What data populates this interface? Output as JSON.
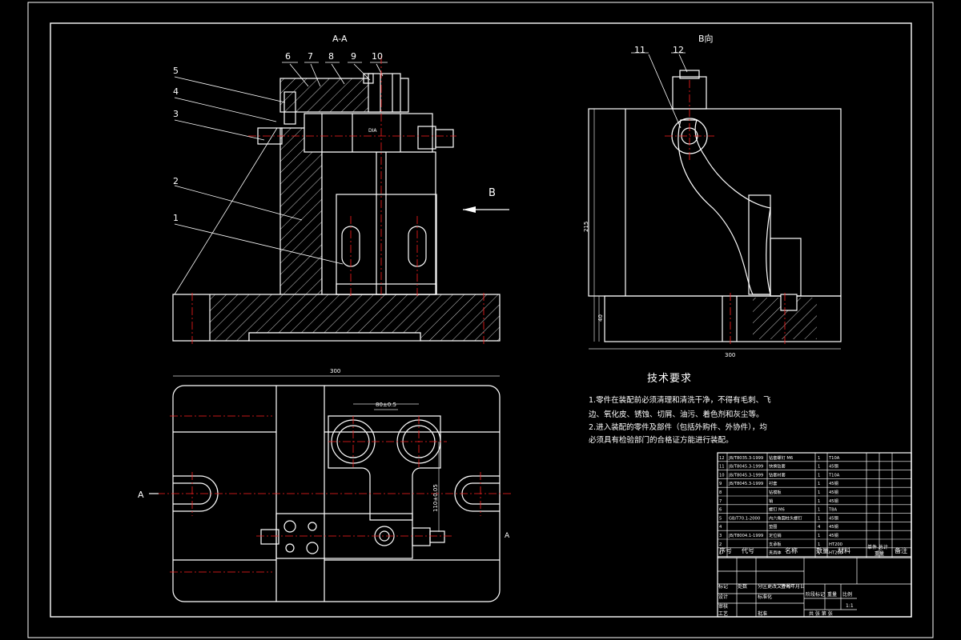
{
  "colors": {
    "background": "#000000",
    "line": "#ffffff",
    "center_line": "#ff2020",
    "dimension": "#d8d8d8"
  },
  "views": {
    "section_label": "A-A",
    "view_b_label": "B向",
    "arrow_label": "B",
    "cut_left": "A",
    "cut_right": "A"
  },
  "callouts": [
    "1",
    "2",
    "3",
    "4",
    "5",
    "6",
    "7",
    "8",
    "9",
    "10",
    "11",
    "12"
  ],
  "dimensions": {
    "plan_width": "300",
    "view_b_height": "215",
    "view_b_base": "40",
    "view_b_width": "300",
    "hole_spacing": "80±0.5",
    "vertical_dim": "110±0.05"
  },
  "tech_requirements": {
    "title": "技术要求",
    "lines": [
      "1.零件在装配前必须清理和清洗干净，不得有毛刺、飞",
      "边、氧化皮、锈蚀、切屑、油污、着色剂和灰尘等。",
      "2.进入装配的零件及部件（包括外购件、外协件），均",
      "必须具有检验部门的合格证方能进行装配。"
    ]
  },
  "parts_table": {
    "header": {
      "no": "序号",
      "code": "代号",
      "name": "名称",
      "qty": "数量",
      "material": "材料",
      "unit_weight": "单件 总计",
      "weight": "重量",
      "remark": "备注"
    },
    "rows": [
      {
        "no": "12",
        "code": "JB/T8035.3-1999",
        "name": "钻套螺钉 M6",
        "qty": "1",
        "material": "T10A"
      },
      {
        "no": "11",
        "code": "JB/T8045.3-1999",
        "name": "快换钻套",
        "qty": "1",
        "material": "45钢"
      },
      {
        "no": "10",
        "code": "JB/T8045.3-1999",
        "name": "钻套衬套",
        "qty": "1",
        "material": "T10A"
      },
      {
        "no": "9",
        "code": "JB/T8045.3-1999",
        "name": "衬套",
        "qty": "1",
        "material": "45钢"
      },
      {
        "no": "8",
        "code": "",
        "name": "钻模板",
        "qty": "1",
        "material": "45钢"
      },
      {
        "no": "7",
        "code": "",
        "name": "销",
        "qty": "1",
        "material": "45钢"
      },
      {
        "no": "6",
        "code": "",
        "name": "螺钉 M6",
        "qty": "1",
        "material": "T8A"
      },
      {
        "no": "5",
        "code": "GB/T70.1-2000",
        "name": "内六角圆柱头螺钉",
        "qty": "1",
        "material": "45钢"
      },
      {
        "no": "4",
        "code": "",
        "name": "垫圈",
        "qty": "4",
        "material": "45钢"
      },
      {
        "no": "3",
        "code": "JB/T8004.1-1999",
        "name": "定位销",
        "qty": "1",
        "material": "45钢"
      },
      {
        "no": "2",
        "code": "",
        "name": "支承板",
        "qty": "1",
        "material": "HT200"
      },
      {
        "no": "1",
        "code": "",
        "name": "夹具体",
        "qty": "1",
        "material": "HT200"
      }
    ]
  },
  "title_block": {
    "marker": "标记",
    "count": "处数",
    "zone": "分区",
    "change_doc": "更改文件号",
    "sign": "签名",
    "date": "年月日",
    "design": "设计",
    "standard": "标准化",
    "review": "审核",
    "process": "工艺",
    "approve": "批准",
    "stage": "阶段标记",
    "weight": "重量",
    "scale": "比例",
    "scale_value": "1:1",
    "sheets": "共 张 第 张"
  }
}
